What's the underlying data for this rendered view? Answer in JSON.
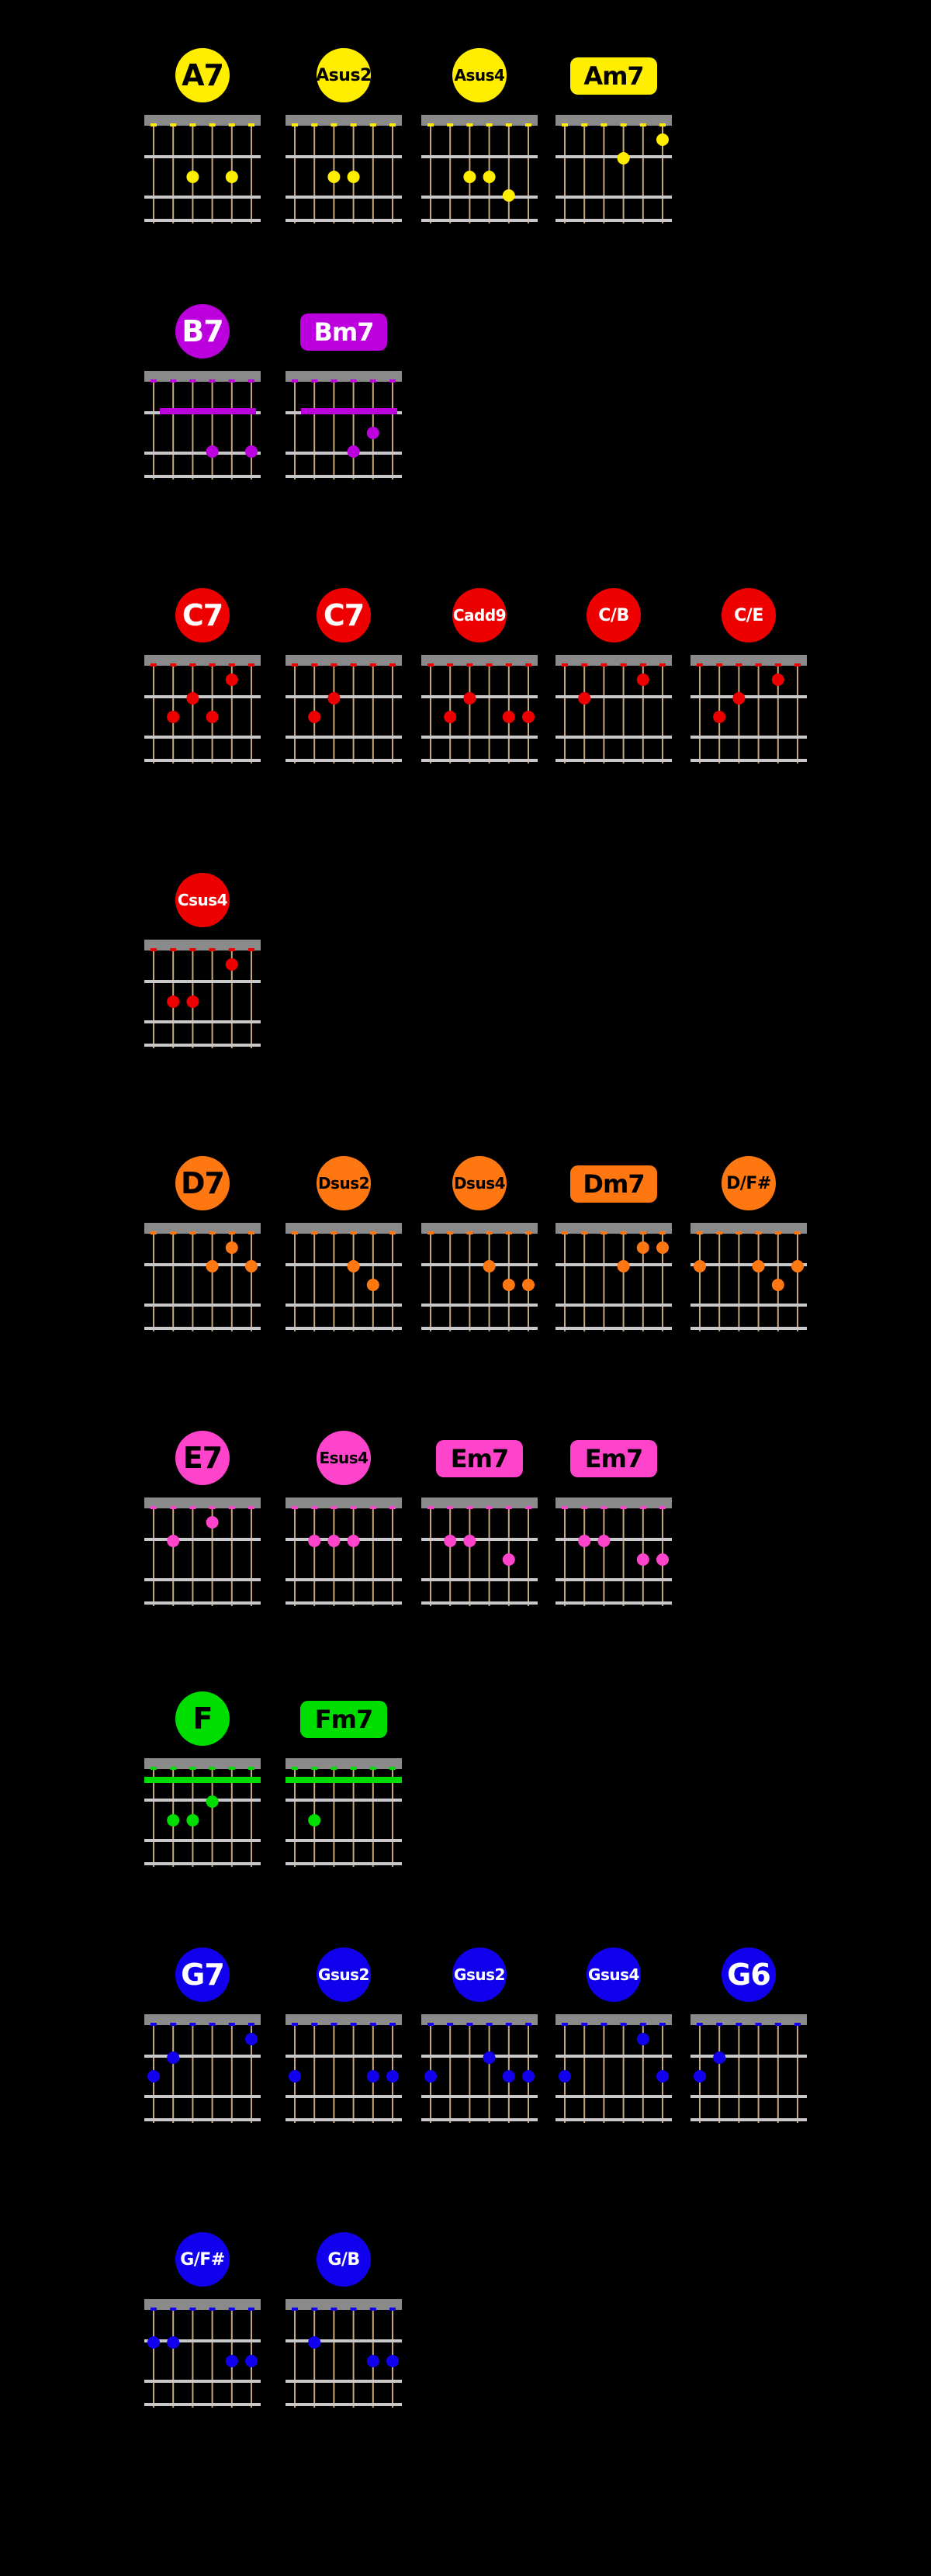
{
  "colors": {
    "background": "#000000",
    "nut": "#8a8a8a",
    "fret_wire": "#c8c8c8",
    "string": "#c8a878",
    "badge_text_dark": "#000000",
    "badge_text_light": "#ffffff"
  },
  "rows": [
    {
      "color": "#ffee00",
      "text_color": "#000000",
      "chords": [
        {
          "name": "A7",
          "shape": "circle",
          "size": "lg",
          "dots": [
            [
              2,
              3
            ],
            [
              4,
              3
            ]
          ]
        },
        {
          "name": "Asus2",
          "shape": "circle",
          "size": "sm",
          "dots": [
            [
              2,
              3
            ],
            [
              3,
              3
            ]
          ]
        },
        {
          "name": "Asus4",
          "shape": "circle",
          "size": "xs",
          "dots": [
            [
              2,
              3
            ],
            [
              3,
              3
            ],
            [
              4,
              4
            ]
          ]
        },
        {
          "name": "Am7",
          "shape": "pill",
          "size": "md",
          "dots": [
            [
              3,
              2
            ],
            [
              5,
              1
            ]
          ]
        }
      ]
    },
    {
      "color": "#bb00dd",
      "text_color": "#ffffff",
      "chords": [
        {
          "name": "B7",
          "shape": "circle",
          "size": "lg",
          "barre": 2,
          "dots": [
            [
              3,
              4
            ],
            [
              5,
              4
            ]
          ]
        },
        {
          "name": "Bm7",
          "shape": "pill",
          "size": "md",
          "barre": 2,
          "dots": [
            [
              3,
              4
            ],
            [
              4,
              3
            ]
          ]
        }
      ]
    },
    {
      "color": "#ee0000",
      "text_color": "#ffffff",
      "chords": [
        {
          "name": "C7",
          "shape": "circle",
          "size": "lg",
          "dots": [
            [
              1,
              3
            ],
            [
              2,
              2
            ],
            [
              3,
              3
            ],
            [
              4,
              1
            ]
          ]
        },
        {
          "name": "C7",
          "shape": "circle",
          "size": "lg",
          "dots": [
            [
              1,
              3
            ],
            [
              2,
              2
            ]
          ]
        },
        {
          "name": "Cadd9",
          "shape": "circle",
          "size": "xs",
          "dots": [
            [
              1,
              3
            ],
            [
              2,
              2
            ],
            [
              4,
              3
            ],
            [
              5,
              3
            ]
          ]
        },
        {
          "name": "C/B",
          "shape": "circle",
          "size": "sm",
          "dots": [
            [
              1,
              2
            ],
            [
              4,
              1
            ]
          ]
        },
        {
          "name": "C/E",
          "shape": "circle",
          "size": "sm",
          "dots": [
            [
              1,
              3
            ],
            [
              2,
              2
            ],
            [
              4,
              1
            ]
          ]
        }
      ]
    },
    {
      "color": "#ee0000",
      "text_color": "#ffffff",
      "chords": [
        {
          "name": "Csus4",
          "shape": "circle",
          "size": "xs",
          "dots": [
            [
              1,
              3
            ],
            [
              2,
              3
            ],
            [
              4,
              1
            ]
          ]
        }
      ]
    },
    {
      "color": "#ff7711",
      "text_color": "#000000",
      "chords": [
        {
          "name": "D7",
          "shape": "circle",
          "size": "lg",
          "dots": [
            [
              3,
              2
            ],
            [
              4,
              1
            ],
            [
              5,
              2
            ]
          ]
        },
        {
          "name": "Dsus2",
          "shape": "circle",
          "size": "xs",
          "dots": [
            [
              3,
              2
            ],
            [
              4,
              3
            ]
          ]
        },
        {
          "name": "Dsus4",
          "shape": "circle",
          "size": "xs",
          "dots": [
            [
              3,
              2
            ],
            [
              4,
              3
            ],
            [
              5,
              3
            ]
          ]
        },
        {
          "name": "Dm7",
          "shape": "pill",
          "size": "md",
          "dots": [
            [
              3,
              2
            ],
            [
              4,
              1
            ],
            [
              5,
              1
            ]
          ]
        },
        {
          "name": "D/F#",
          "shape": "circle",
          "size": "sm",
          "dots": [
            [
              0,
              2
            ],
            [
              3,
              2
            ],
            [
              4,
              3
            ],
            [
              5,
              2
            ]
          ]
        }
      ]
    },
    {
      "color": "#ff44cc",
      "text_color": "#000000",
      "chords": [
        {
          "name": "E7",
          "shape": "circle",
          "size": "lg",
          "dots": [
            [
              1,
              2
            ],
            [
              3,
              1
            ]
          ]
        },
        {
          "name": "Esus4",
          "shape": "circle",
          "size": "xs",
          "dots": [
            [
              1,
              2
            ],
            [
              2,
              2
            ],
            [
              3,
              2
            ]
          ]
        },
        {
          "name": "Em7",
          "shape": "pill",
          "size": "md",
          "dots": [
            [
              1,
              2
            ],
            [
              2,
              2
            ],
            [
              4,
              3
            ]
          ]
        },
        {
          "name": "Em7",
          "shape": "pill",
          "size": "md",
          "dots": [
            [
              1,
              2
            ],
            [
              2,
              2
            ],
            [
              4,
              3
            ],
            [
              5,
              3
            ]
          ]
        }
      ]
    },
    {
      "color": "#00dd00",
      "text_color": "#000000",
      "chords": [
        {
          "name": "F",
          "shape": "circle",
          "size": "lg",
          "barre": 1,
          "dots": [
            [
              1,
              3
            ],
            [
              2,
              3
            ],
            [
              3,
              2
            ]
          ]
        },
        {
          "name": "Fm7",
          "shape": "pill",
          "size": "md",
          "barre": 1,
          "dots": [
            [
              1,
              3
            ]
          ]
        }
      ]
    },
    {
      "color": "#1100ee",
      "text_color": "#ffffff",
      "chords": [
        {
          "name": "G7",
          "shape": "circle",
          "size": "lg",
          "dots": [
            [
              0,
              3
            ],
            [
              1,
              2
            ],
            [
              5,
              1
            ]
          ]
        },
        {
          "name": "Gsus2",
          "shape": "circle",
          "size": "xs",
          "dots": [
            [
              0,
              3
            ],
            [
              4,
              3
            ],
            [
              5,
              3
            ]
          ]
        },
        {
          "name": "Gsus2",
          "shape": "circle",
          "size": "xs",
          "dots": [
            [
              0,
              3
            ],
            [
              3,
              2
            ],
            [
              4,
              3
            ],
            [
              5,
              3
            ]
          ]
        },
        {
          "name": "Gsus4",
          "shape": "circle",
          "size": "xs",
          "dots": [
            [
              0,
              3
            ],
            [
              4,
              1
            ],
            [
              5,
              3
            ]
          ]
        },
        {
          "name": "G6",
          "shape": "circle",
          "size": "lg",
          "dots": [
            [
              0,
              3
            ],
            [
              1,
              2
            ]
          ]
        }
      ]
    },
    {
      "color": "#1100ee",
      "text_color": "#ffffff",
      "chords": [
        {
          "name": "G/F#",
          "shape": "circle",
          "size": "sm",
          "dots": [
            [
              0,
              2
            ],
            [
              1,
              2
            ],
            [
              4,
              3
            ],
            [
              5,
              3
            ]
          ]
        },
        {
          "name": "G/B",
          "shape": "circle",
          "size": "sm",
          "dots": [
            [
              1,
              2
            ],
            [
              4,
              3
            ],
            [
              5,
              3
            ]
          ]
        }
      ]
    }
  ]
}
